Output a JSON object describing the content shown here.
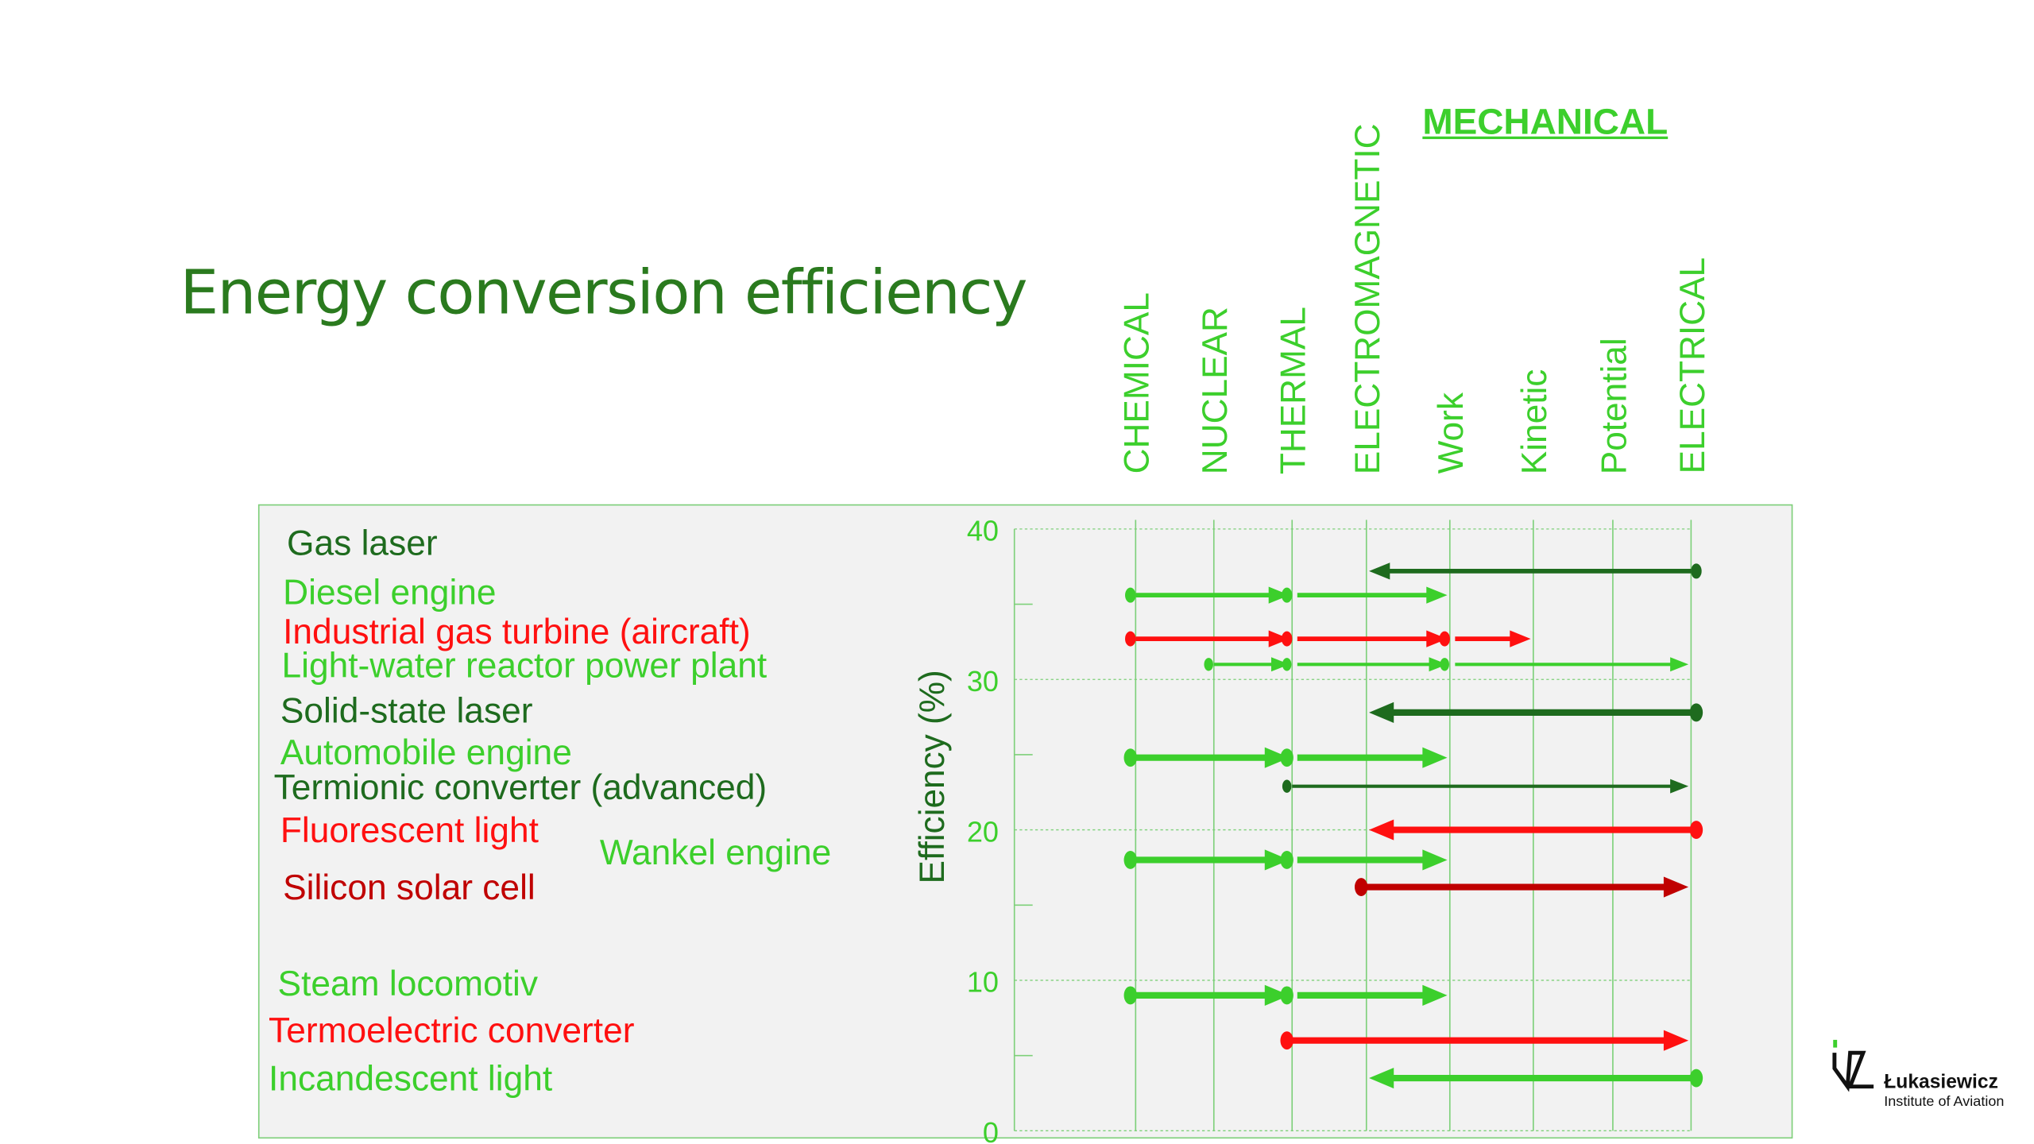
{
  "title": "Energy conversion efficiency",
  "group_header": "MECHANICAL",
  "logo": {
    "name": "Łukasiewicz",
    "subtitle": "Institute of Aviation"
  },
  "colors": {
    "light_green": "#3ccf2c",
    "dark_green": "#1e6b1e",
    "red": "#ff1010",
    "dark_red": "#c00000"
  },
  "chart_data": {
    "type": "line",
    "title": "Energy conversion efficiency",
    "ylabel": "Efficiency (%)",
    "ylim": [
      0,
      40
    ],
    "yticks": [
      "0",
      "10",
      "20",
      "30",
      "40"
    ],
    "grid": true,
    "categories": [
      "CHEMICAL",
      "NUCLEAR",
      "THERMAL",
      "ELECTROMAGNETIC",
      "Work",
      "Kinetic",
      "Potential",
      "ELECTRICAL"
    ],
    "series": [
      {
        "name": "Gas laser",
        "efficiency": 37.2,
        "path": [
          "ELECTRICAL",
          "ELECTROMAGNETIC"
        ],
        "color": "dark_green",
        "weight": "normal"
      },
      {
        "name": "Diesel engine",
        "efficiency": 35.6,
        "path": [
          "CHEMICAL",
          "THERMAL",
          "Work"
        ],
        "color": "light_green",
        "weight": "normal"
      },
      {
        "name": "Industrial gas turbine (aircraft)",
        "efficiency": 32.7,
        "path": [
          "CHEMICAL",
          "THERMAL",
          "Work",
          "Kinetic"
        ],
        "color": "red",
        "weight": "normal"
      },
      {
        "name": "Light-water reactor power plant",
        "efficiency": 31.0,
        "path": [
          "NUCLEAR",
          "THERMAL",
          "Work",
          "ELECTRICAL"
        ],
        "color": "light_green",
        "weight": "thin"
      },
      {
        "name": "Solid-state laser",
        "efficiency": 27.8,
        "path": [
          "ELECTRICAL",
          "ELECTROMAGNETIC"
        ],
        "color": "dark_green",
        "weight": "thick"
      },
      {
        "name": "Automobile engine",
        "efficiency": 24.8,
        "path": [
          "CHEMICAL",
          "THERMAL",
          "Work"
        ],
        "color": "light_green",
        "weight": "thick"
      },
      {
        "name": "Termionic converter (advanced)",
        "efficiency": 22.9,
        "path": [
          "THERMAL",
          "ELECTRICAL"
        ],
        "color": "dark_green",
        "weight": "thin"
      },
      {
        "name": "Fluorescent light",
        "efficiency": 20.0,
        "path": [
          "ELECTRICAL",
          "ELECTROMAGNETIC"
        ],
        "color": "red",
        "weight": "thick"
      },
      {
        "name": "Wankel engine",
        "efficiency": 18.0,
        "path": [
          "CHEMICAL",
          "THERMAL",
          "Work"
        ],
        "color": "light_green",
        "weight": "thick"
      },
      {
        "name": "Silicon solar cell",
        "efficiency": 16.2,
        "path": [
          "ELECTROMAGNETIC",
          "ELECTRICAL"
        ],
        "color": "dark_red",
        "weight": "thick"
      },
      {
        "name": "Steam locomotiv",
        "efficiency": 9.0,
        "path": [
          "CHEMICAL",
          "THERMAL",
          "Work"
        ],
        "color": "light_green",
        "weight": "thick"
      },
      {
        "name": "Termoelectric converter",
        "efficiency": 6.0,
        "path": [
          "THERMAL",
          "ELECTRICAL"
        ],
        "color": "red",
        "weight": "thick"
      },
      {
        "name": "Incandescent light",
        "efficiency": 3.5,
        "path": [
          "ELECTRICAL",
          "ELECTROMAGNETIC"
        ],
        "color": "light_green",
        "weight": "thick"
      }
    ]
  }
}
